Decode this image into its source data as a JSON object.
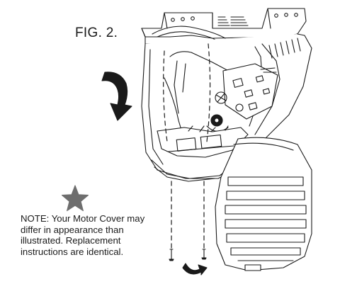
{
  "figure": {
    "title": "FIG. 2."
  },
  "note": {
    "lines": [
      "NOTE: Your Motor Cover may",
      "differ in appearance than",
      "illustrated. Replacement",
      "instructions are identical."
    ]
  },
  "colors": {
    "line": "#1a1a1a",
    "star": "#6e6e6e",
    "background": "#ffffff"
  },
  "icons": [
    "star-icon",
    "rotate-clockwise-arrow-icon",
    "small-turn-arrow-icon",
    "screw-icon"
  ]
}
